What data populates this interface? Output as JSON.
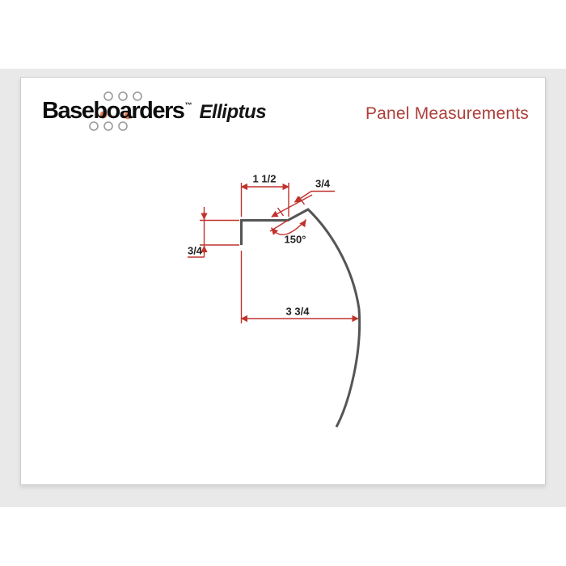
{
  "page": {
    "background_color": "#ffffff",
    "band_color": "#e9e9e9",
    "card_background": "#ffffff",
    "card_border_color": "#cfcfcf"
  },
  "header": {
    "logo": {
      "brand": "Baseboarders",
      "tm": "™",
      "product": "Elliptus",
      "text_color": "#0d0d0d",
      "ring_color": "#9b9b9b",
      "dot_color": "#e08052"
    },
    "title": {
      "text": "Panel Measurements",
      "color": "#ad3e3a"
    }
  },
  "diagram": {
    "description": "Cross-section profile of Elliptus baseboard panel with dimension callouts",
    "panel_line_color": "#555555",
    "dimension_line_color": "#c0332e",
    "label_color": "#222222",
    "measurements": {
      "top_width": "1 1/2",
      "slant_length": "3/4",
      "angle": "150°",
      "left_height": "3/4",
      "bottom_width": "3 3/4"
    }
  }
}
